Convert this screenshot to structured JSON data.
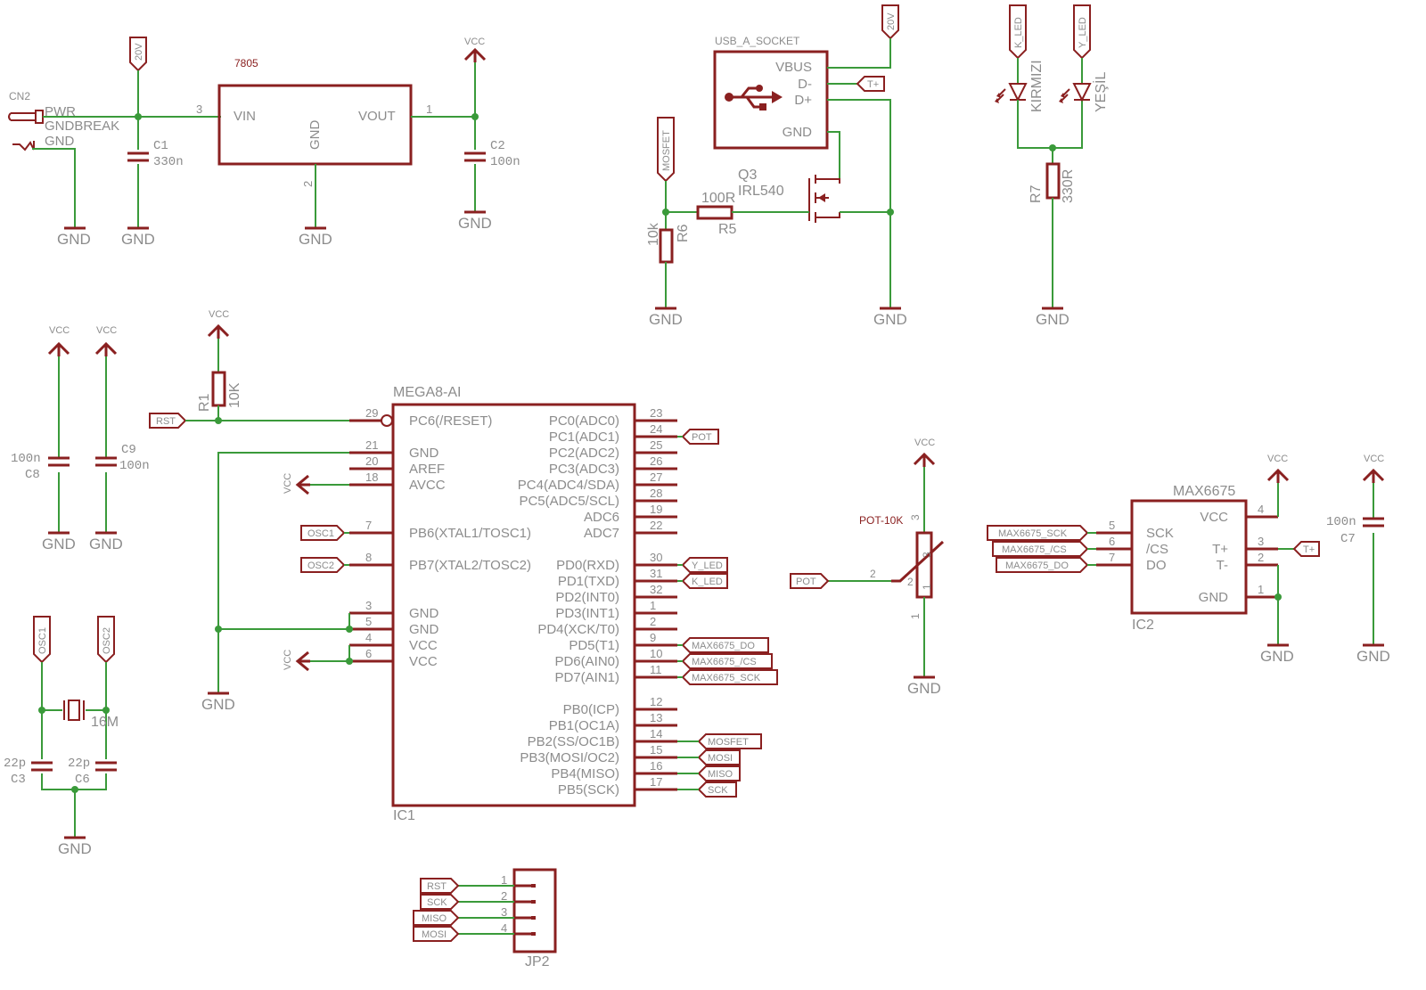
{
  "power": {
    "gnd": "GND",
    "vcc": "VCC",
    "v20": "20V"
  },
  "labels": {
    "rst": "RST",
    "osc1": "OSC1",
    "osc2": "OSC2",
    "pot": "POT",
    "y_led": "Y_LED",
    "k_led": "K_LED",
    "max_do": "MAX6675_DO",
    "max_cs": "MAX6675_/CS",
    "max_sck": "MAX6675_SCK",
    "mosfet": "MOSFET",
    "mosi": "MOSI",
    "miso": "MISO",
    "sck": "SCK",
    "tplus": "T+"
  },
  "cn2": {
    "name": "CN2",
    "pin_pwr": "PWR",
    "pin_gndbreak": "GNDBREAK",
    "pin_gnd": "GND"
  },
  "reg": {
    "value": "7805",
    "vin": "VIN",
    "vout": "VOUT",
    "gnd": "GND",
    "p3": "3",
    "p1": "1",
    "p2": "2"
  },
  "c1": {
    "name": "C1",
    "value": "330n"
  },
  "c2": {
    "name": "C2",
    "value": "100n"
  },
  "usb": {
    "title": "USB_A_SOCKET",
    "vbus": "VBUS",
    "dminus": "D-",
    "dplus": "D+",
    "gnd": "GND"
  },
  "q3": {
    "name": "Q3",
    "value": "IRL540"
  },
  "r5": {
    "name": "R5",
    "value": "100R"
  },
  "r6": {
    "name": "R6",
    "value": "10k"
  },
  "r7": {
    "name": "R7",
    "value": "330R"
  },
  "leds": {
    "red": "KIRMIZI",
    "green": "YEŞİL"
  },
  "r1": {
    "name": "R1",
    "value": "10K"
  },
  "c8": {
    "name": "C8",
    "value": "100n"
  },
  "c9": {
    "name": "C9",
    "value": "100n"
  },
  "c3": {
    "name": "C3",
    "value": "22p"
  },
  "c6": {
    "name": "C6",
    "value": "22p"
  },
  "c7": {
    "name": "C7",
    "value": "100n"
  },
  "crystal": {
    "value": "16M"
  },
  "mcu": {
    "title": "MEGA8-AI",
    "name": "IC1",
    "left": [
      {
        "num": "29",
        "label": "PC6(/RESET)"
      },
      {
        "num": "21",
        "label": "GND"
      },
      {
        "num": "20",
        "label": "AREF"
      },
      {
        "num": "18",
        "label": "AVCC"
      },
      {
        "num": "7",
        "label": "PB6(XTAL1/TOSC1)"
      },
      {
        "num": "8",
        "label": "PB7(XTAL2/TOSC2)"
      },
      {
        "num": "3",
        "label": "GND"
      },
      {
        "num": "5",
        "label": "GND"
      },
      {
        "num": "4",
        "label": "VCC"
      },
      {
        "num": "6",
        "label": "VCC"
      }
    ],
    "right": [
      {
        "num": "23",
        "label": "PC0(ADC0)"
      },
      {
        "num": "24",
        "label": "PC1(ADC1)"
      },
      {
        "num": "25",
        "label": "PC2(ADC2)"
      },
      {
        "num": "26",
        "label": "PC3(ADC3)"
      },
      {
        "num": "27",
        "label": "PC4(ADC4/SDA)"
      },
      {
        "num": "28",
        "label": "PC5(ADC5/SCL)"
      },
      {
        "num": "19",
        "label": "ADC6"
      },
      {
        "num": "22",
        "label": "ADC7"
      },
      {
        "num": "30",
        "label": "PD0(RXD)"
      },
      {
        "num": "31",
        "label": "PD1(TXD)"
      },
      {
        "num": "32",
        "label": "PD2(INT0)"
      },
      {
        "num": "1",
        "label": "PD3(INT1)"
      },
      {
        "num": "2",
        "label": "PD4(XCK/T0)"
      },
      {
        "num": "9",
        "label": "PD5(T1)"
      },
      {
        "num": "10",
        "label": "PD6(AIN0)"
      },
      {
        "num": "11",
        "label": "PD7(AIN1)"
      },
      {
        "num": "12",
        "label": "PB0(ICP)"
      },
      {
        "num": "13",
        "label": "PB1(OC1A)"
      },
      {
        "num": "14",
        "label": "PB2(SS/OC1B)"
      },
      {
        "num": "15",
        "label": "PB3(MOSI/OC2)"
      },
      {
        "num": "16",
        "label": "PB4(MISO)"
      },
      {
        "num": "17",
        "label": "PB5(SCK)"
      }
    ]
  },
  "pot": {
    "value": "POT-10K",
    "p1": "1",
    "p2": "2",
    "p3": "3"
  },
  "max": {
    "title": "MAX6675",
    "name": "IC2",
    "sck": "SCK",
    "cs": "/CS",
    "do": "DO",
    "vcc": "VCC",
    "tp": "T+",
    "tm": "T-",
    "gnd": "GND",
    "p5": "5",
    "p6": "6",
    "p7": "7",
    "p4": "4",
    "p3": "3",
    "p2": "2",
    "p1": "1"
  },
  "jp2": {
    "name": "JP2",
    "pins": [
      "1",
      "2",
      "3",
      "4"
    ]
  },
  "colors": {
    "wire": "#3a9a3a",
    "body": "#8a2020",
    "text": "#8c8c8c"
  }
}
